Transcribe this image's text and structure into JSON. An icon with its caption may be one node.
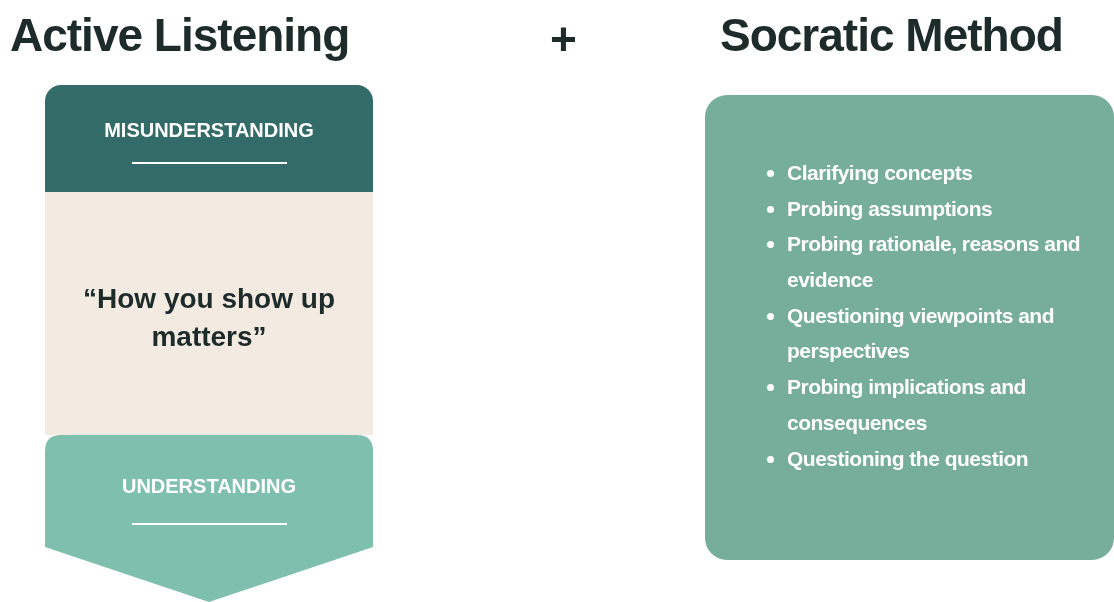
{
  "diagram": {
    "nodes": [
      {
        "text": [
          "MISUNDERSTANDING"
        ]
      },
      {
        "text": [
          "“How you show up matters”"
        ]
      },
      {
        "text": [
          "UNDERSTANDING"
        ]
      },
      {
        "text": [
          "Clarifying concepts",
          "Probing assumptions",
          "Probing rationale, reasons and evidence",
          "Questioning viewpoints and perspectives",
          "Probing implications and consequences",
          "Questioning the question"
        ]
      }
    ],
    "labels": [
      "Active Listening",
      "+",
      "Socratic Method"
    ]
  }
}
